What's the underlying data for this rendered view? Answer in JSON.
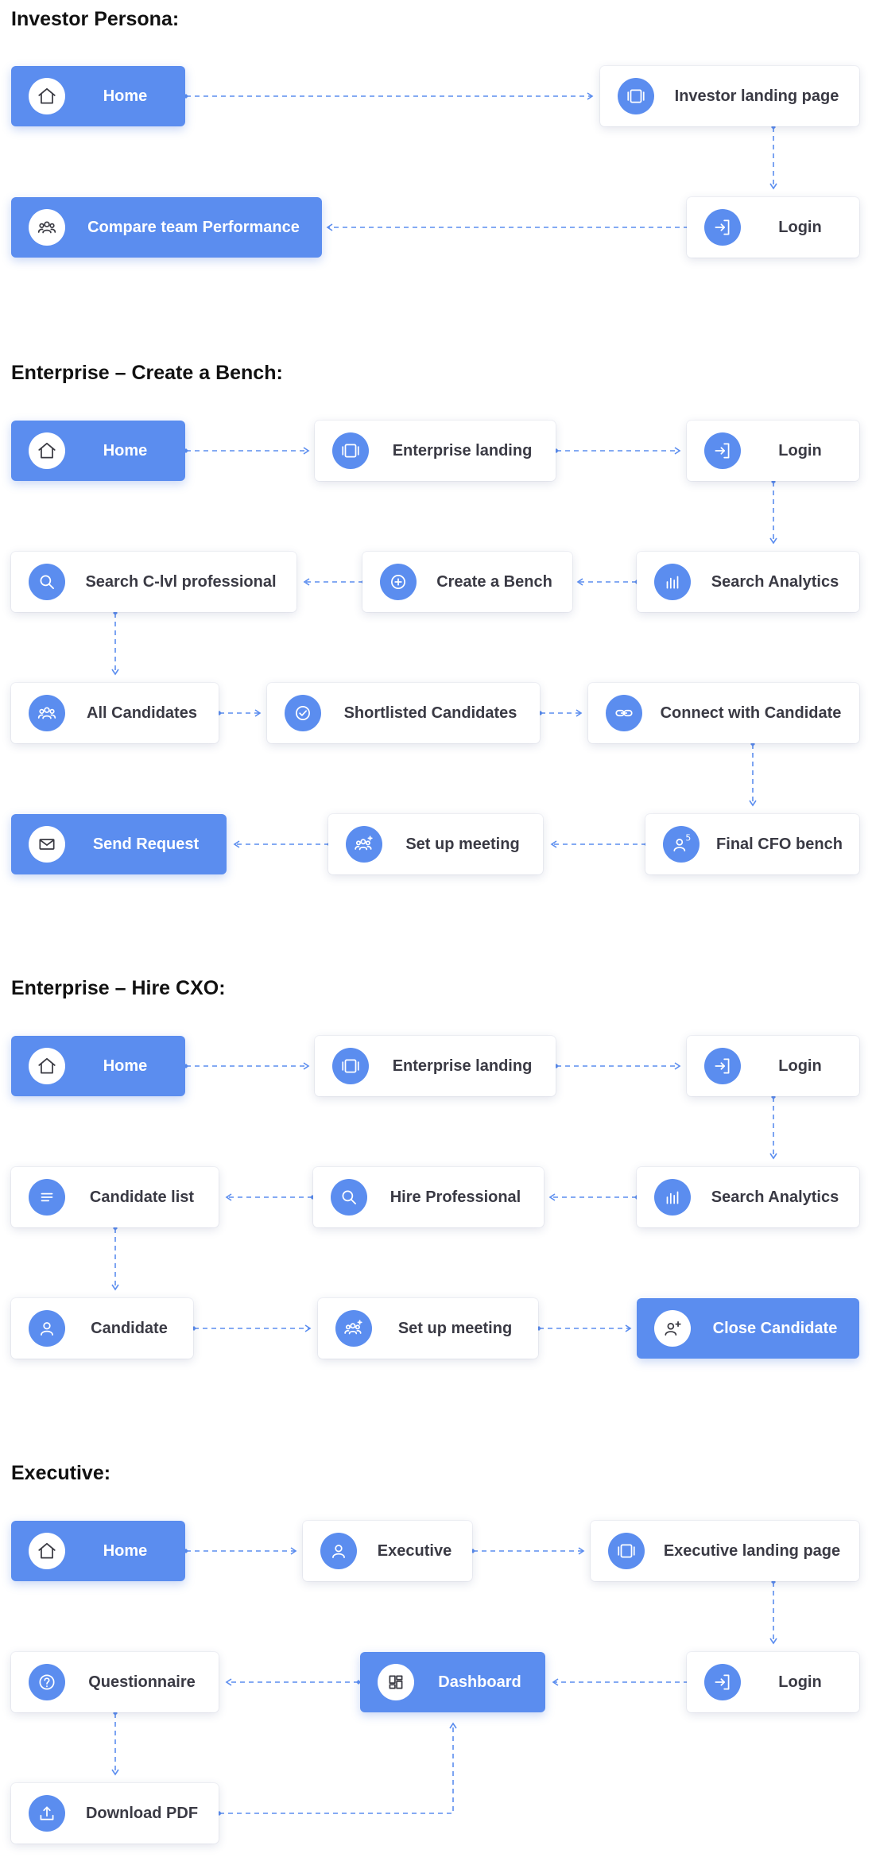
{
  "colors": {
    "primary": "#5b8def",
    "line": "#5b8def",
    "text": "#3a3a44"
  },
  "sections": {
    "investor": {
      "title": "Investor Persona:",
      "home": "Home",
      "landing": "Investor landing page",
      "login": "Login",
      "compare": "Compare team Performance"
    },
    "bench": {
      "title": "Enterprise – Create a Bench:",
      "home": "Home",
      "landing": "Enterprise landing",
      "login": "Login",
      "search_clvl": "Search C-lvl professional",
      "create_bench": "Create a Bench",
      "search_analytics": "Search Analytics",
      "all_candidates": "All Candidates",
      "shortlisted": "Shortlisted Candidates",
      "connect": "Connect with Candidate",
      "send_request": "Send Request",
      "setup_meeting": "Set up meeting",
      "final_cfo": "Final CFO bench",
      "final_cfo_badge": "5"
    },
    "hire": {
      "title": "Enterprise – Hire CXO:",
      "home": "Home",
      "landing": "Enterprise landing",
      "login": "Login",
      "candidate_list": "Candidate list",
      "hire_professional": "Hire Professional",
      "search_analytics": "Search Analytics",
      "candidate": "Candidate",
      "setup_meeting": "Set up meeting",
      "close_candidate": "Close Candidate"
    },
    "executive": {
      "title": "Executive:",
      "home": "Home",
      "executive": "Executive",
      "landing": "Executive landing page",
      "questionnaire": "Questionnaire",
      "dashboard": "Dashboard",
      "login": "Login",
      "download_pdf": "Download PDF"
    }
  },
  "icons": {
    "home": "home-icon",
    "landing": "carousel-icon",
    "login": "login-icon",
    "team": "users-icon",
    "search": "search-icon",
    "add": "plus-circle-icon",
    "analytics": "bar-chart-icon",
    "check": "check-circle-icon",
    "link": "link-icon",
    "mail": "mail-icon",
    "meeting": "users-plus-icon",
    "user": "user-icon",
    "list": "list-icon",
    "help": "help-icon",
    "dashboard": "dashboard-icon",
    "upload": "upload-icon"
  }
}
